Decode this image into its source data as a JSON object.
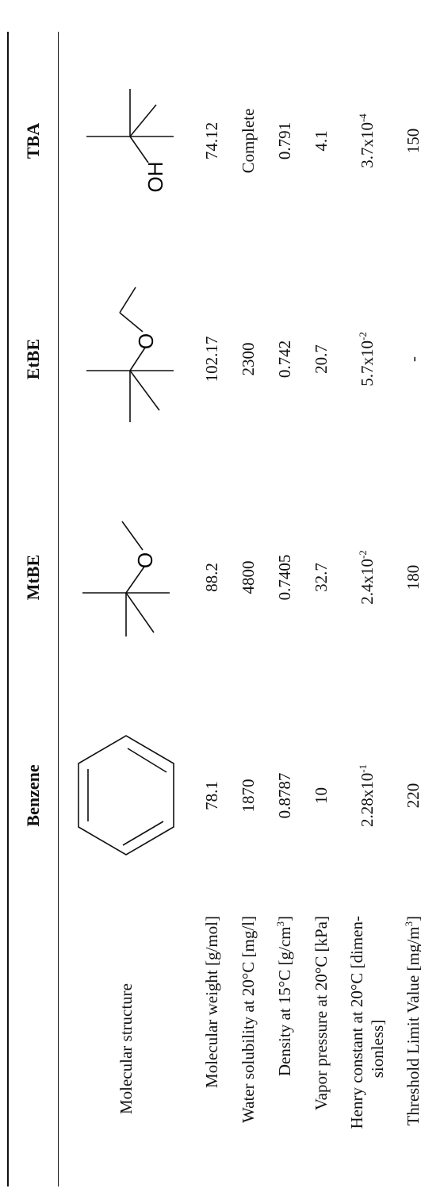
{
  "table": {
    "columns": [
      "",
      "Benzene",
      "MtBE",
      "EtBE",
      "TBA"
    ],
    "rows": [
      {
        "label": "Molecular structure",
        "values": [
          "",
          "",
          "",
          ""
        ]
      },
      {
        "label": "Molecular weight [g/mol]",
        "values": [
          "78.1",
          "88.2",
          "102.17",
          "74.12"
        ]
      },
      {
        "label": "Water solubility at 20°C [mg/l]",
        "values": [
          "1870",
          "4800",
          "2300",
          "Complete"
        ]
      },
      {
        "label_prefix": "Density at 15°C [g/cm",
        "label_sup": "3",
        "label_suffix": "]",
        "values": [
          "0.8787",
          "0.7405",
          "0.742",
          "0.791"
        ]
      },
      {
        "label": "Vapor pressure at 20°C [kPa]",
        "values": [
          "10",
          "32.7",
          "20.7",
          "4.1"
        ]
      },
      {
        "label_line1": "Henry constant at 20°C [dimen-",
        "label_line2": "sionless]",
        "values": [
          {
            "base": "2.28x10",
            "exp": "-1"
          },
          {
            "base": "2.4x10",
            "exp": "-2"
          },
          {
            "base": "5.7x10",
            "exp": "-2"
          },
          {
            "base": "3.7x10",
            "exp": "-4"
          }
        ]
      },
      {
        "label_prefix": "Threshold Limit Value [mg/m",
        "label_sup": "3",
        "label_suffix": "]",
        "values": [
          "220",
          "180",
          "-",
          "150"
        ]
      }
    ],
    "structures": {
      "tba_atom": "OH",
      "ether_atom": "O"
    }
  }
}
